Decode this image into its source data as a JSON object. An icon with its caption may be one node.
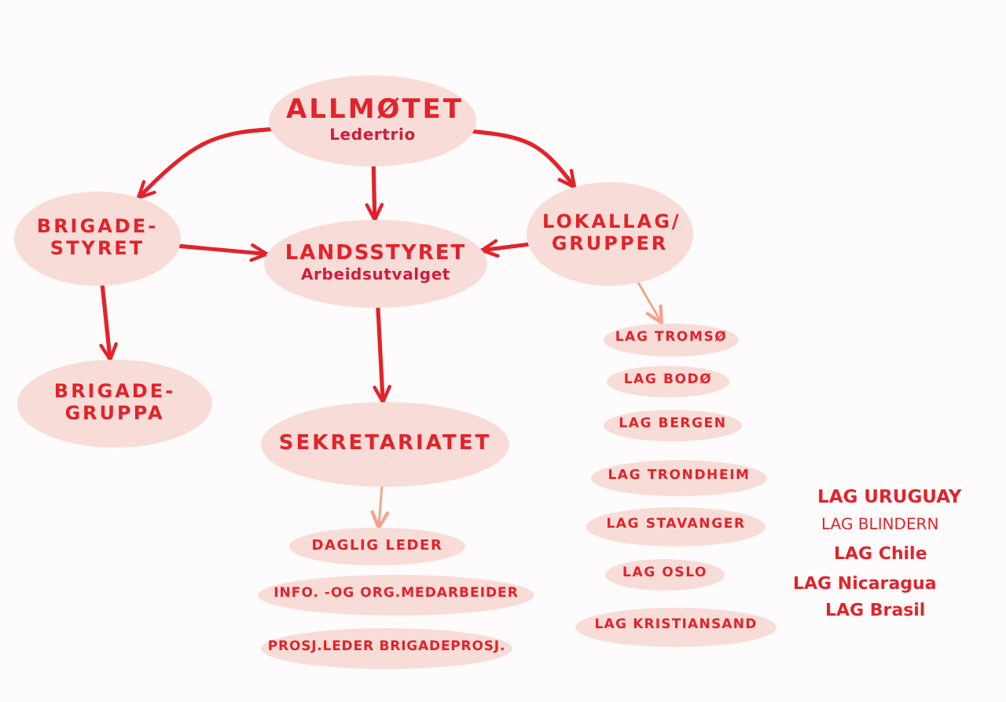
{
  "diagram": {
    "nodes": [
      {
        "text": [
          "ALLMØTET",
          "Ledertrio"
        ]
      },
      {
        "text": [
          "BRIGADE- STYRET"
        ]
      },
      {
        "text": [
          "LANDSSTYRET",
          "Arbeidsutvalget"
        ]
      },
      {
        "text": [
          "LOKALLAG/ GRUPPER"
        ]
      },
      {
        "text": [
          "BRIGADE- GRUPPA"
        ]
      },
      {
        "text": [
          "SEKRETARIATET"
        ]
      },
      {
        "text": [
          "DAGLIG LEDER"
        ]
      },
      {
        "text": [
          "INFO. -OG ORG.MEDARBEIDER"
        ]
      },
      {
        "text": [
          "PROSJ.LEDER BRIGADEPROSJ."
        ]
      },
      {
        "text": [
          "LAG TROMSØ"
        ]
      },
      {
        "text": [
          "LAG BODØ"
        ]
      },
      {
        "text": [
          "LAG BERGEN"
        ]
      },
      {
        "text": [
          "LAG TRONDHEIM"
        ]
      },
      {
        "text": [
          "LAG STAVANGER"
        ]
      },
      {
        "text": [
          "LAG OSLO"
        ]
      },
      {
        "text": [
          "LAG KRISTIANSAND"
        ]
      }
    ],
    "edges": [
      {
        "from": 0,
        "to": 1,
        "arrow": "to"
      },
      {
        "from": 0,
        "to": 2,
        "arrow": "to"
      },
      {
        "from": 0,
        "to": 3,
        "arrow": "to"
      },
      {
        "from": 1,
        "to": 2,
        "arrow": "to"
      },
      {
        "from": 3,
        "to": 2,
        "arrow": "to"
      },
      {
        "from": 1,
        "to": 4,
        "arrow": "to"
      },
      {
        "from": 2,
        "to": 5,
        "arrow": "to"
      },
      {
        "from": 5,
        "to": 6,
        "arrow": "to",
        "color": "#f2a48e"
      },
      {
        "from": 3,
        "to": 9,
        "arrow": "to",
        "color": "#f2a48e"
      }
    ],
    "labels": [
      "LAG URUGUAY",
      "LAG BLINDERN",
      "LAG Chile",
      "LAG Nicaragua",
      "LAG Brasil"
    ]
  }
}
